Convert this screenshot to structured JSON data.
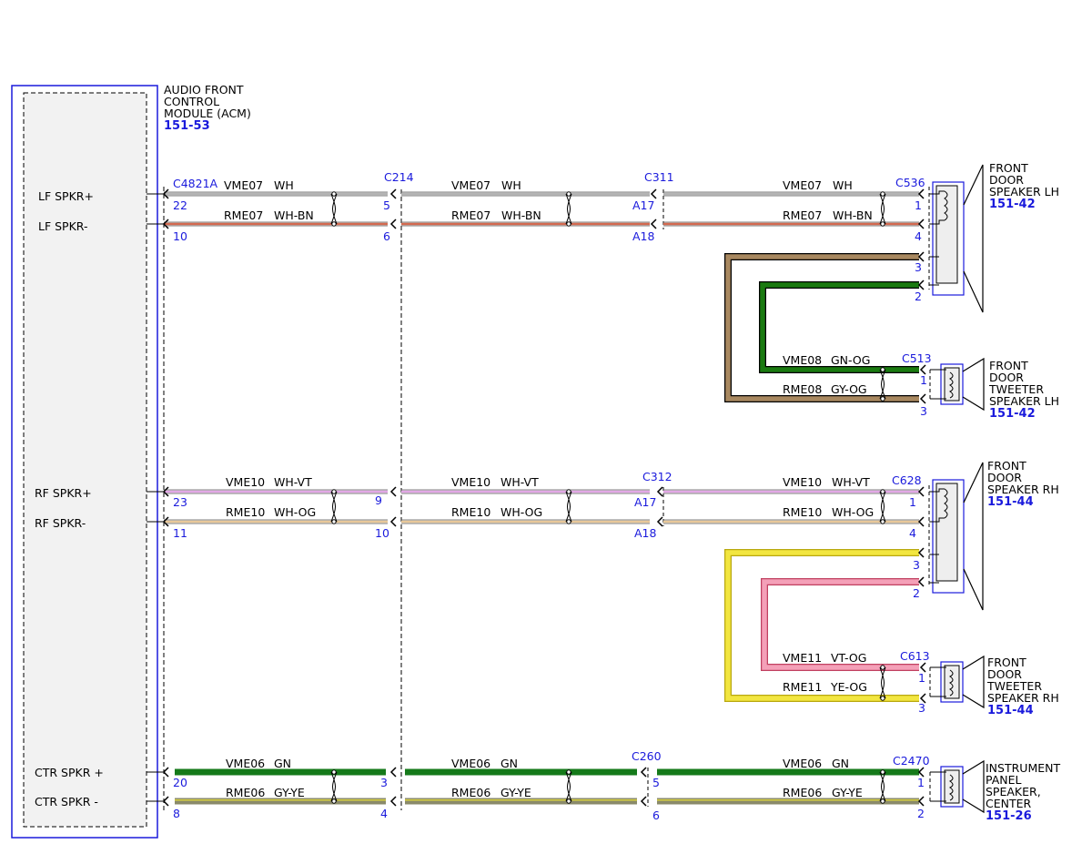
{
  "module": {
    "name_lines": [
      "AUDIO FRONT",
      "CONTROL",
      "MODULE (ACM)"
    ],
    "ref": "151-53",
    "pins": [
      "LF SPKR+",
      "LF SPKR-",
      "RF SPKR+",
      "RF SPKR-",
      "CTR SPKR +",
      "CTR SPKR -"
    ]
  },
  "connectors": {
    "acm": "C4821A",
    "c214": "C214",
    "c311": "C311",
    "c312": "C312",
    "c260": "C260",
    "c536": "C536",
    "c513": "C513",
    "c628": "C628",
    "c613": "C613",
    "c2470": "C2470"
  },
  "circuits": {
    "vme07": {
      "id": "VME07",
      "color": "WH",
      "hex": "#b4b4b4"
    },
    "rme07": {
      "id": "RME07",
      "color": "WH-BN",
      "hex": "#d46a50"
    },
    "vme08": {
      "id": "VME08",
      "color": "GN-OG",
      "hex": "#1a7a10"
    },
    "rme08": {
      "id": "RME08",
      "color": "GY-OG",
      "hex": "#a88860"
    },
    "vme10": {
      "id": "VME10",
      "color": "WH-VT",
      "hex": "#e2a8e6"
    },
    "rme10": {
      "id": "RME10",
      "color": "WH-OG",
      "hex": "#e8c89a"
    },
    "vme11": {
      "id": "VME11",
      "color": "VT-OG",
      "hex": "#f08ea8"
    },
    "rme11": {
      "id": "RME11",
      "color": "YE-OG",
      "hex": "#e6d820"
    },
    "vme06": {
      "id": "VME06",
      "color": "GN",
      "hex": "#157a1a"
    },
    "rme06": {
      "id": "RME06",
      "color": "GY-YE",
      "hex": "#8a8a6a"
    }
  },
  "pin_numbers": {
    "acm_22": "22",
    "acm_10": "10",
    "acm_23": "23",
    "acm_11": "11",
    "acm_20": "20",
    "acm_8": "8",
    "c214_5": "5",
    "c214_6": "6",
    "c214_9": "9",
    "c214_10": "10",
    "c214_3": "3",
    "c214_4": "4",
    "c311_a17": "A17",
    "c311_a18": "A18",
    "c312_a17": "A17",
    "c312_a18": "A18",
    "c260_5": "5",
    "c260_6": "6",
    "c536_1": "1",
    "c536_4": "4",
    "c536_3": "3",
    "c536_2": "2",
    "c513_1": "1",
    "c513_3": "3",
    "c628_1": "1",
    "c628_4": "4",
    "c628_3": "3",
    "c628_2": "2",
    "c613_1": "1",
    "c613_3": "3",
    "c2470_1": "1",
    "c2470_2": "2"
  },
  "components": {
    "lf_speaker": {
      "lines": [
        "FRONT",
        "DOOR",
        "SPEAKER LH"
      ],
      "ref": "151-42"
    },
    "lf_tweeter": {
      "lines": [
        "FRONT",
        "DOOR",
        "TWEETER",
        "SPEAKER LH"
      ],
      "ref": "151-42"
    },
    "rf_speaker": {
      "lines": [
        "FRONT",
        "DOOR",
        "SPEAKER RH"
      ],
      "ref": "151-44"
    },
    "rf_tweeter": {
      "lines": [
        "FRONT",
        "DOOR",
        "TWEETER",
        "SPEAKER RH"
      ],
      "ref": "151-44"
    },
    "center": {
      "lines": [
        "INSTRUMENT",
        "PANEL",
        "SPEAKER,",
        "CENTER"
      ],
      "ref": "151-26"
    }
  },
  "colors": {
    "blue": "#1a1adc",
    "line": "#000000"
  }
}
